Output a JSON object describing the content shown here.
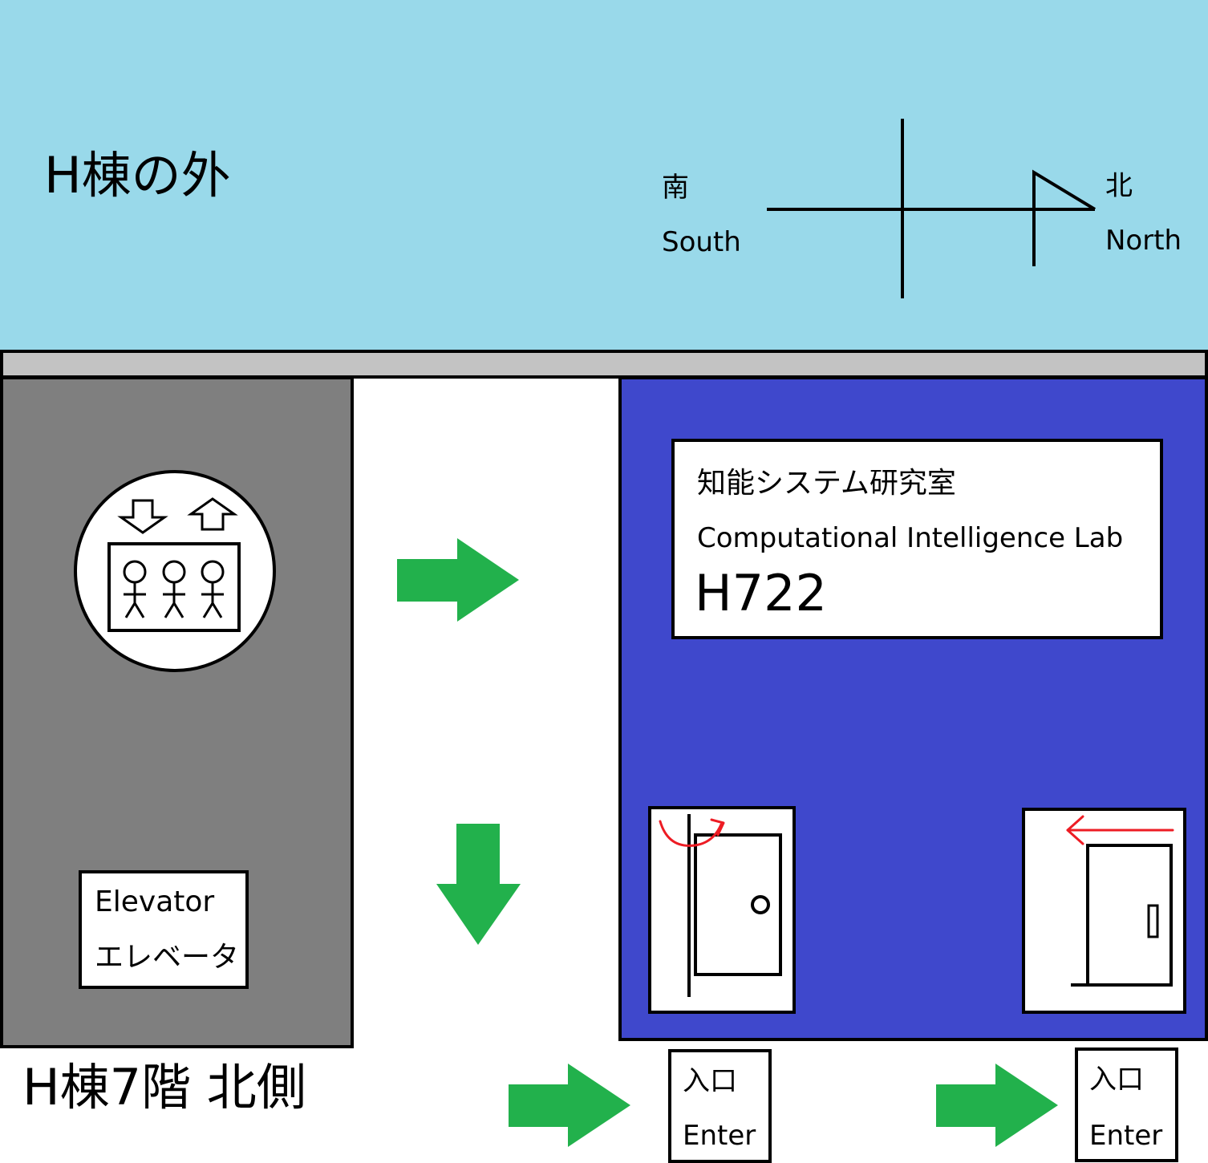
{
  "outside": {
    "label": "H棟の外"
  },
  "compass": {
    "icon": "compass-north-arrow-icon",
    "south_ja": "南",
    "south_en": "South",
    "north_ja": "北",
    "north_en": "North"
  },
  "floor": {
    "label": "H棟7階 北側"
  },
  "elevator": {
    "icon": "elevator-icon",
    "label_en": "Elevator",
    "label_ja": "エレベータ"
  },
  "lab": {
    "name_ja": "知能システム研究室",
    "name_en": "Computational Intelligence Lab",
    "room": "H722"
  },
  "doors": [
    {
      "icon": "hinged-door-icon",
      "opening_arrow": "curved-arrow-icon",
      "entrance_ja": "入口",
      "entrance_en": "Enter"
    },
    {
      "icon": "sliding-door-icon",
      "opening_arrow": "left-arrow-icon",
      "entrance_ja": "入口",
      "entrance_en": "Enter"
    }
  ],
  "route_arrows": [
    {
      "icon": "right-arrow-icon"
    },
    {
      "icon": "down-arrow-icon"
    },
    {
      "icon": "right-arrow-icon"
    },
    {
      "icon": "right-arrow-icon"
    }
  ],
  "colors": {
    "outside_area": "#99d9ea",
    "wall": "#c3c3c3",
    "elevator_hall": "#7f7f7f",
    "lab_room": "#3f48cc",
    "route_arrow": "#22b14c",
    "door_movement": "#ed1c24"
  }
}
